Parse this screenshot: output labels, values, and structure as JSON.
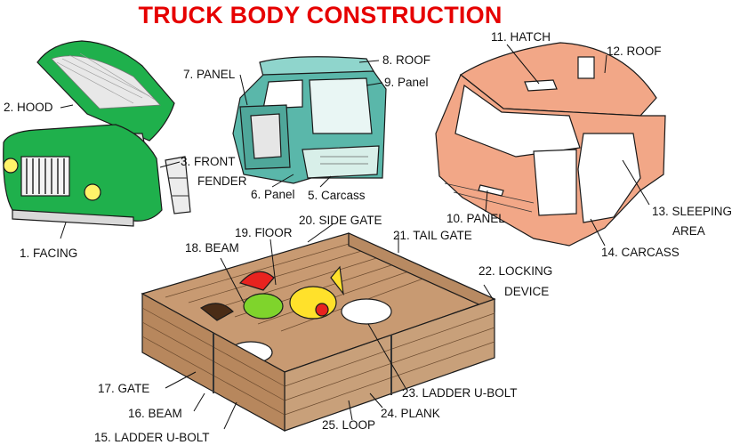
{
  "title": "TRUCK BODY CONSTRUCTION",
  "colors": {
    "title": "#e60000",
    "facing_body": "#1fb04c",
    "cab_body": "#5ab7aa",
    "sleeper_body": "#f2a787",
    "platform_wood": "#c89a72",
    "leader": "#111111"
  },
  "labels": [
    {
      "id": 1,
      "text": "1. FACING"
    },
    {
      "id": 2,
      "text": "2. HOOD"
    },
    {
      "id": 3,
      "text": "3. FRONT"
    },
    {
      "id": 31,
      "text": "FENDER"
    },
    {
      "id": 5,
      "text": "5. Carcass"
    },
    {
      "id": 6,
      "text": "6. Panel"
    },
    {
      "id": 7,
      "text": "7. PANEL"
    },
    {
      "id": 8,
      "text": "8. ROOF"
    },
    {
      "id": 9,
      "text": "9. Panel"
    },
    {
      "id": 10,
      "text": "10. PANEL"
    },
    {
      "id": 11,
      "text": "11. HATCH"
    },
    {
      "id": 12,
      "text": "12. ROOF"
    },
    {
      "id": 13,
      "text": "13. SLEEPING"
    },
    {
      "id": 131,
      "text": "AREA"
    },
    {
      "id": 14,
      "text": "14. CARCASS"
    },
    {
      "id": 15,
      "text": "15. LADDER U-BOLT"
    },
    {
      "id": 16,
      "text": "16. BEAM"
    },
    {
      "id": 17,
      "text": "17. GATE"
    },
    {
      "id": 18,
      "text": "18. BEAM"
    },
    {
      "id": 19,
      "text": "19. FlOOR"
    },
    {
      "id": 20,
      "text": "20. SIDE GATE"
    },
    {
      "id": 21,
      "text": "21. TAIL GATE"
    },
    {
      "id": 22,
      "text": "22. LOCKING"
    },
    {
      "id": 221,
      "text": "DEVICE"
    },
    {
      "id": 23,
      "text": "23. LADDER U-BOLT"
    },
    {
      "id": 24,
      "text": "24. PLANK"
    },
    {
      "id": 25,
      "text": "25. LOOP"
    }
  ]
}
